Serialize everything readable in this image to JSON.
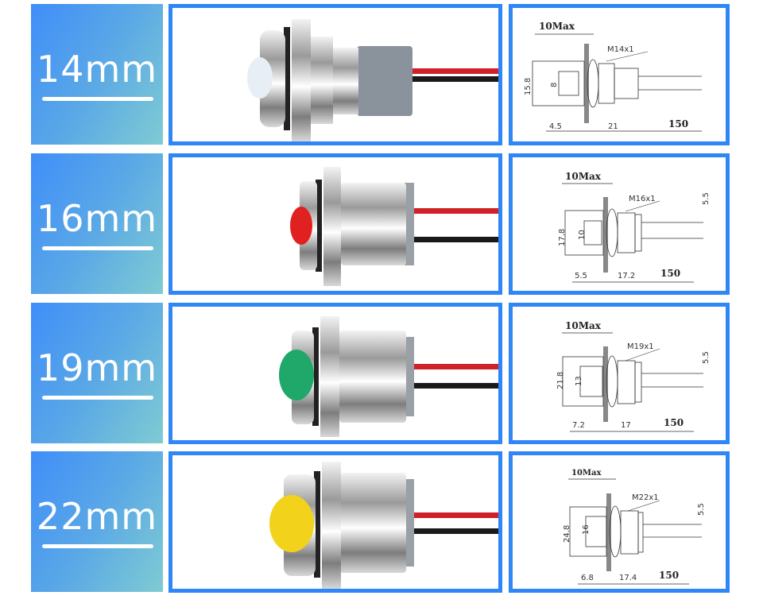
{
  "rows": [
    {
      "size_label": "14mm",
      "lens_color": "#e8eef5",
      "lens_name": "white",
      "diagram": {
        "top_label": "10Max",
        "thread": "M14x1",
        "overall_diameter": "15.8",
        "lens_diameter": "8",
        "lens_height": "4.5",
        "body_length": "21",
        "wire_length": "150",
        "pin_spacing": ""
      }
    },
    {
      "size_label": "16mm",
      "lens_color": "#e0211f",
      "lens_name": "red",
      "diagram": {
        "top_label": "10Max",
        "thread": "M16x1",
        "overall_diameter": "17.8",
        "lens_diameter": "10",
        "lens_height": "5.5",
        "body_length": "17.2",
        "wire_length": "150",
        "pin_spacing": "5.5"
      }
    },
    {
      "size_label": "19mm",
      "lens_color": "#1fa86a",
      "lens_name": "green",
      "diagram": {
        "top_label": "10Max",
        "thread": "M19x1",
        "overall_diameter": "21.8",
        "lens_diameter": "13",
        "lens_height": "7.2",
        "body_length": "17",
        "wire_length": "150",
        "pin_spacing": "5.5"
      }
    },
    {
      "size_label": "22mm",
      "lens_color": "#f2d21a",
      "lens_name": "yellow",
      "diagram": {
        "top_label": "10Max",
        "thread": "M22x1",
        "overall_diameter": "24.8",
        "lens_diameter": "16",
        "lens_height": "6.8",
        "body_length": "17.4",
        "wire_length": "150",
        "pin_spacing": "5.5"
      }
    }
  ],
  "colors": {
    "panel_border": "#2f86f6",
    "gradient_start": "#3f8ef9",
    "gradient_end": "#7fcbd3",
    "wire_red": "#d0202a",
    "wire_black": "#1a1a1a"
  }
}
